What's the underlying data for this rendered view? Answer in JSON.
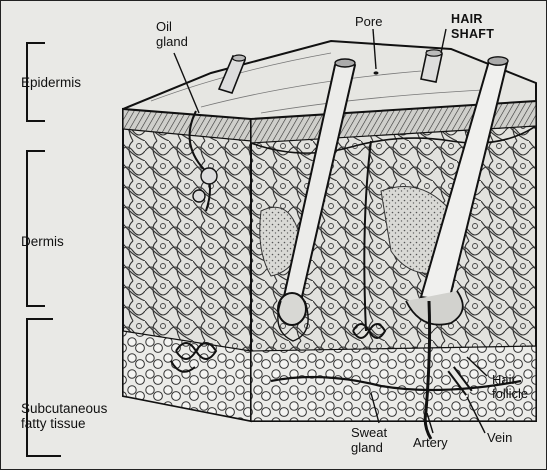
{
  "labels": {
    "oil_gland": [
      "Oil",
      "gland"
    ],
    "pore": "Pore",
    "hair_shaft": [
      "HAIR",
      "SHAFT"
    ],
    "epidermis": "Epidermis",
    "dermis": "Dermis",
    "subcutaneous": [
      "Subcutaneous",
      "fatty tissue"
    ],
    "hair_follicle": [
      "Hair",
      "follicle"
    ],
    "sweat_gland": [
      "Sweat",
      "gland"
    ],
    "artery": "Artery",
    "vein": "Vein"
  }
}
